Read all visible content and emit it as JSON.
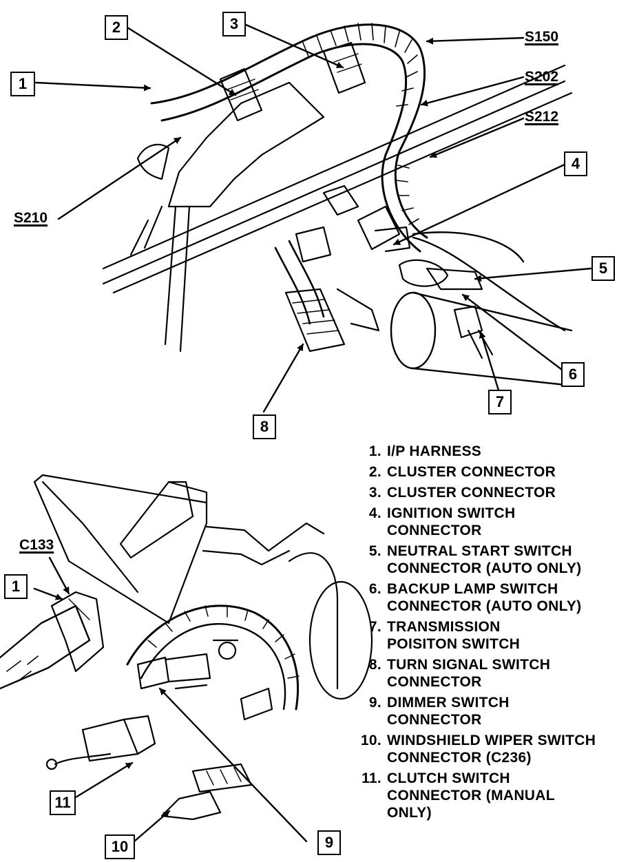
{
  "callouts": {
    "top_1": "1",
    "top_2": "2",
    "top_3": "3",
    "top_4": "4",
    "top_5": "5",
    "top_6": "6",
    "top_7": "7",
    "top_8": "8",
    "bottom_1": "1",
    "bottom_9": "9",
    "bottom_10": "10",
    "bottom_11": "11"
  },
  "splices": {
    "s150": "S150",
    "s202": "S202",
    "s212": "S212",
    "s210": "S210",
    "c133": "C133"
  },
  "legend": [
    {
      "num": "1.",
      "text": "I/P HARNESS"
    },
    {
      "num": "2.",
      "text": "CLUSTER CONNECTOR"
    },
    {
      "num": "3.",
      "text": "CLUSTER CONNECTOR"
    },
    {
      "num": "4.",
      "text": "IGNITION SWITCH\nCONNECTOR"
    },
    {
      "num": "5.",
      "text": "NEUTRAL START SWITCH\nCONNECTOR (AUTO ONLY)"
    },
    {
      "num": "6.",
      "text": "BACKUP LAMP SWITCH\nCONNECTOR (AUTO ONLY)"
    },
    {
      "num": "7.",
      "text": "TRANSMISSION\nPOISITON SWITCH"
    },
    {
      "num": "8.",
      "text": "TURN SIGNAL SWITCH\nCONNECTOR"
    },
    {
      "num": "9.",
      "text": "DIMMER SWITCH\nCONNECTOR"
    },
    {
      "num": "10.",
      "text": "WINDSHIELD WIPER SWITCH\nCONNECTOR (C236)"
    },
    {
      "num": "11.",
      "text": "CLUTCH SWITCH\nCONNECTOR (MANUAL\nONLY)"
    }
  ]
}
